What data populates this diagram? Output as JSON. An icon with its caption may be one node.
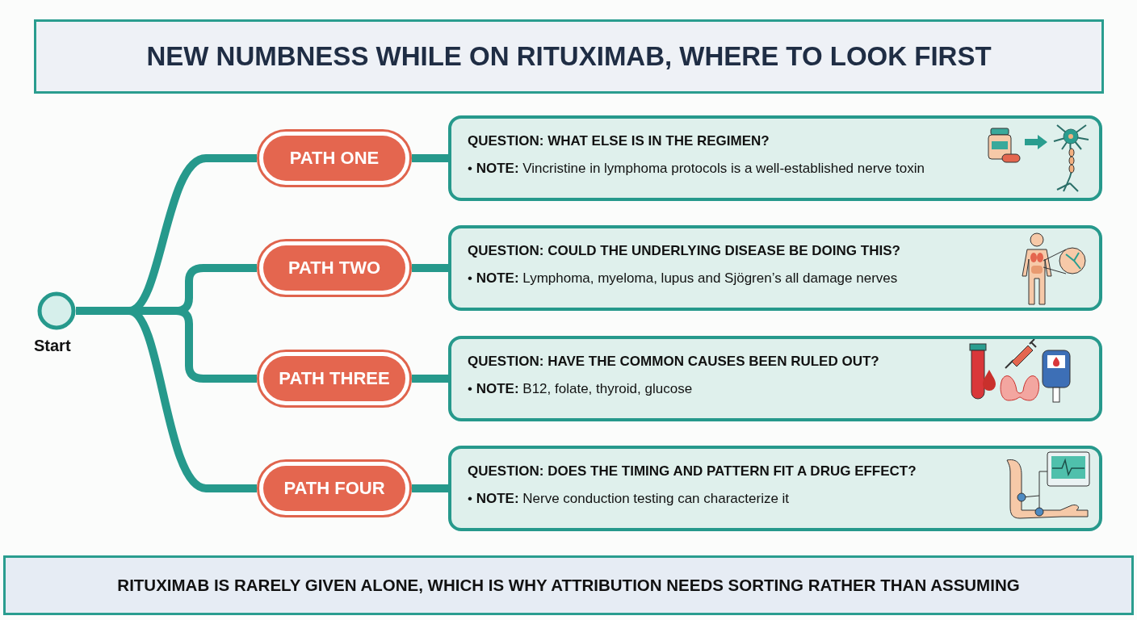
{
  "diagram": {
    "title": "NEW NUMBNESS WHILE ON RITUXIMAB, WHERE TO LOOK FIRST",
    "caption": "RITUXIMAB IS RARELY GIVEN ALONE, WHICH IS WHY ATTRIBUTION NEEDS SORTING RATHER THAN ASSUMING",
    "nodes": [
      {
        "text": [
          "Start"
        ]
      },
      {
        "text": [
          "PATH ONE"
        ]
      },
      {
        "text": [
          "PATH TWO"
        ]
      },
      {
        "text": [
          "PATH THREE"
        ]
      },
      {
        "text": [
          "PATH FOUR"
        ]
      },
      {
        "text": [
          "QUESTION: WHAT ELSE IS IN THE REGIMEN?",
          "• **NOTE:** Vincristine in lymphoma protocols is a well-established nerve toxin"
        ]
      },
      {
        "text": [
          "QUESTION: COULD THE UNDERLYING DISEASE BE DOING THIS?",
          "• **NOTE:** Lymphoma, myeloma, lupus and Sjögren’s all damage nerves"
        ]
      },
      {
        "text": [
          "QUESTION: HAVE THE COMMON CAUSES BEEN RULED OUT?",
          "• **NOTE:** B12, folate, thyroid, glucose"
        ]
      },
      {
        "text": [
          "QUESTION: DOES THE TIMING AND PATTERN FIT A DRUG EFFECT?",
          "• **NOTE:** Nerve conduction testing can characterize it"
        ]
      }
    ],
    "edges": [
      {
        "from": 0,
        "to": 1,
        "arrow": "none"
      },
      {
        "from": 0,
        "to": 2,
        "arrow": "none"
      },
      {
        "from": 0,
        "to": 3,
        "arrow": "none"
      },
      {
        "from": 0,
        "to": 4,
        "arrow": "none"
      },
      {
        "from": 1,
        "to": 5,
        "arrow": "none"
      },
      {
        "from": 2,
        "to": 6,
        "arrow": "none"
      },
      {
        "from": 3,
        "to": 7,
        "arrow": "none"
      },
      {
        "from": 4,
        "to": 8,
        "arrow": "none"
      }
    ]
  }
}
